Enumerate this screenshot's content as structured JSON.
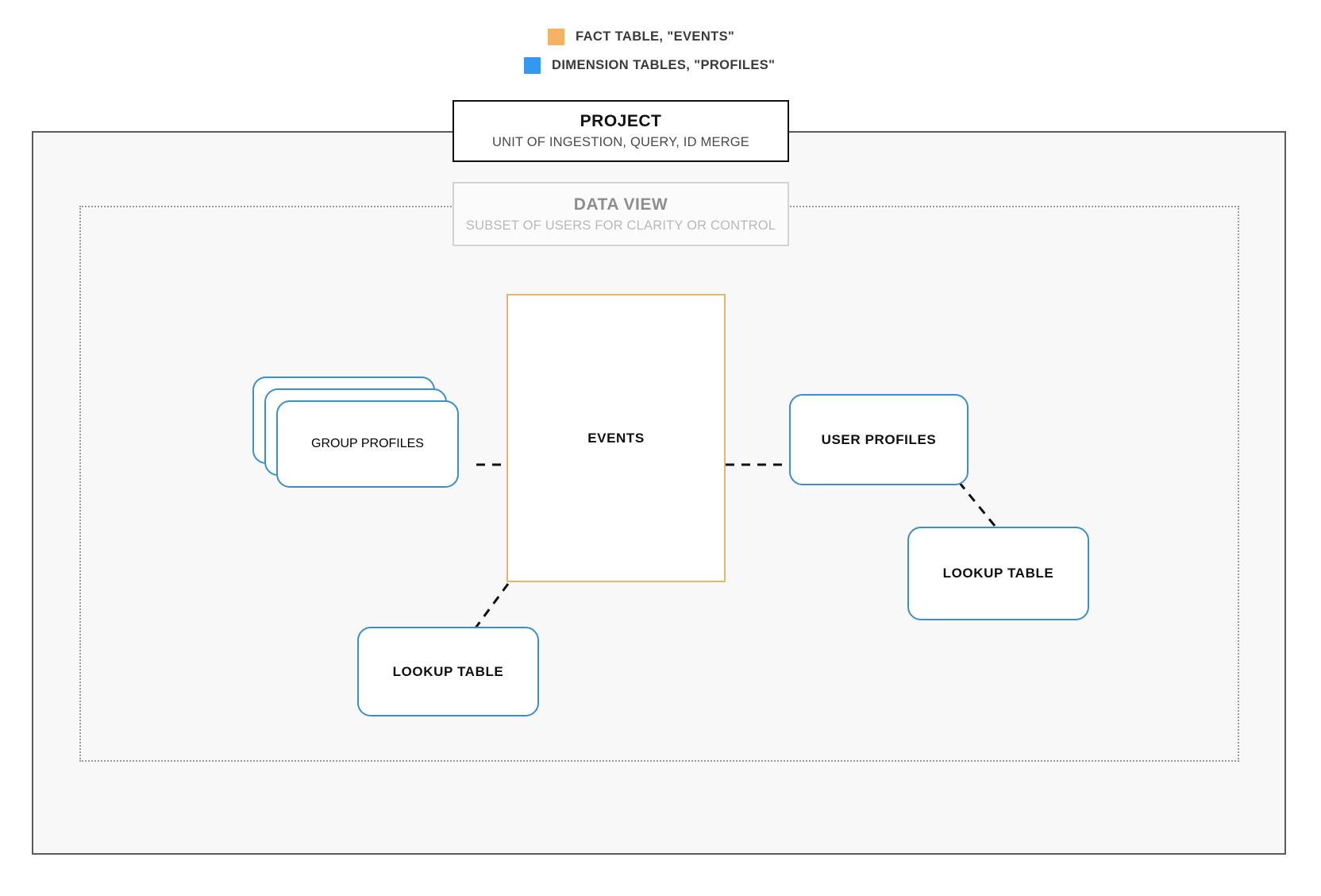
{
  "legend": {
    "items": [
      {
        "label": "FACT TABLE, \"EVENTS\"",
        "color": "#f5b265",
        "swatch_name": "fact-table-swatch"
      },
      {
        "label": "DIMENSION TABLES, \"PROFILES\"",
        "color": "#3498f0",
        "swatch_name": "dimension-tables-swatch"
      }
    ]
  },
  "project": {
    "title": "PROJECT",
    "subtitle": "UNIT OF INGESTION, QUERY, ID MERGE"
  },
  "data_view": {
    "title": "DATA VIEW",
    "subtitle": "SUBSET OF USERS FOR CLARITY OR CONTROL"
  },
  "nodes": {
    "events": {
      "label": "EVENTS",
      "color": "#e9b56c",
      "kind": "fact-table"
    },
    "group_profiles": {
      "label": "GROUP PROFILES",
      "color": "#3d8ecd",
      "kind": "dimension-table-stack"
    },
    "user_profiles": {
      "label": "USER PROFILES",
      "color": "#3d8ecd",
      "kind": "dimension-table"
    },
    "lookup_left": {
      "label": "LOOKUP TABLE",
      "color": "#3d8ecd",
      "kind": "dimension-table"
    },
    "lookup_right": {
      "label": "LOOKUP TABLE",
      "color": "#3d8ecd",
      "kind": "dimension-table"
    }
  },
  "connectors": [
    {
      "name": "group-profiles-to-events",
      "style": "dashed",
      "color": "#111111"
    },
    {
      "name": "events-to-user-profiles",
      "style": "dashed",
      "color": "#111111"
    },
    {
      "name": "events-to-lookup-left",
      "style": "dashed",
      "color": "#111111"
    },
    {
      "name": "user-profiles-to-lookup-right",
      "style": "dashed",
      "color": "#111111"
    }
  ]
}
